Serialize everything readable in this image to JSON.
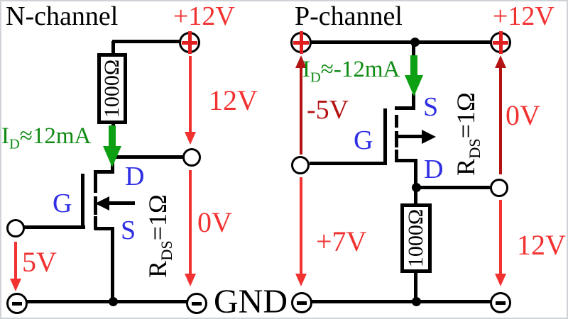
{
  "colors": {
    "wire_black": "#000000",
    "terminal_cross_red": "#e02020",
    "voltage_red": "#f23131",
    "voltage_dark_red": "#b31313",
    "pin_label_blue": "#2e2ee4",
    "current_green": "#0f8b13"
  },
  "left": {
    "title": "N-channel",
    "supply_label": "+12V",
    "resistor_value": "1000Ω",
    "current": {
      "pre": "I",
      "sub": "D",
      "post": "≈12mA"
    },
    "rds": {
      "pre": "R",
      "sub": "DS",
      "post": "=1Ω"
    },
    "gate_label": "G",
    "drain_label": "D",
    "source_label": "S",
    "v_supply_to_out": "12V",
    "v_out_to_gnd": "0V",
    "v_gate_to_gnd": "5V",
    "ground_label": "GND"
  },
  "right": {
    "title": "P-channel",
    "supply_label": "+12V",
    "resistor_value": "1000Ω",
    "current": {
      "pre": "I",
      "sub": "D",
      "post": "≈-12mA"
    },
    "rds": {
      "pre": "R",
      "sub": "DS",
      "post": "=1Ω"
    },
    "gate_label": "G",
    "drain_label": "D",
    "source_label": "S",
    "v_gate_to_supply": "-5V",
    "v_out_to_supply": "0V",
    "v_gate_to_gnd": "+7V",
    "v_out_to_gnd": "12V"
  }
}
